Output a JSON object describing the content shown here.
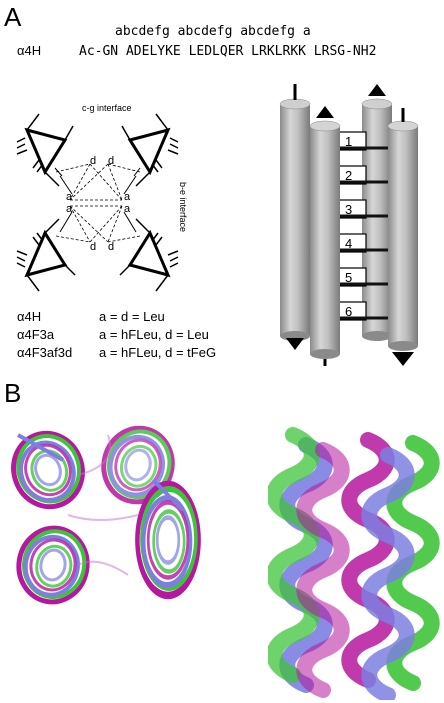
{
  "panel_a": {
    "label": "A",
    "heptad": "abcdefg abcdefg abcdefg a",
    "peptide_name": "α4H",
    "sequence": "Ac-GN ADELYKE LEDLQER LRKLRKK LRSG-NH2",
    "cg_interface": "c-g interface",
    "be_interface": "b-e interface",
    "core_labels": [
      "d",
      "d",
      "a",
      "a",
      "a",
      "a",
      "d",
      "d"
    ],
    "variants": [
      {
        "name": "α4H",
        "description": "a = d = Leu"
      },
      {
        "name": "α4F3a",
        "description": "a = hFLeu, d = Leu"
      },
      {
        "name": "α4F3af3d",
        "description": "a = hFLeu, d = tFeG"
      }
    ],
    "layers": [
      "1",
      "2",
      "3",
      "4",
      "5",
      "6"
    ]
  },
  "panel_b": {
    "label": "B",
    "colors": {
      "magenta": "#b5179e",
      "green": "#3ec43a",
      "blue": "#7c7fe0"
    }
  }
}
